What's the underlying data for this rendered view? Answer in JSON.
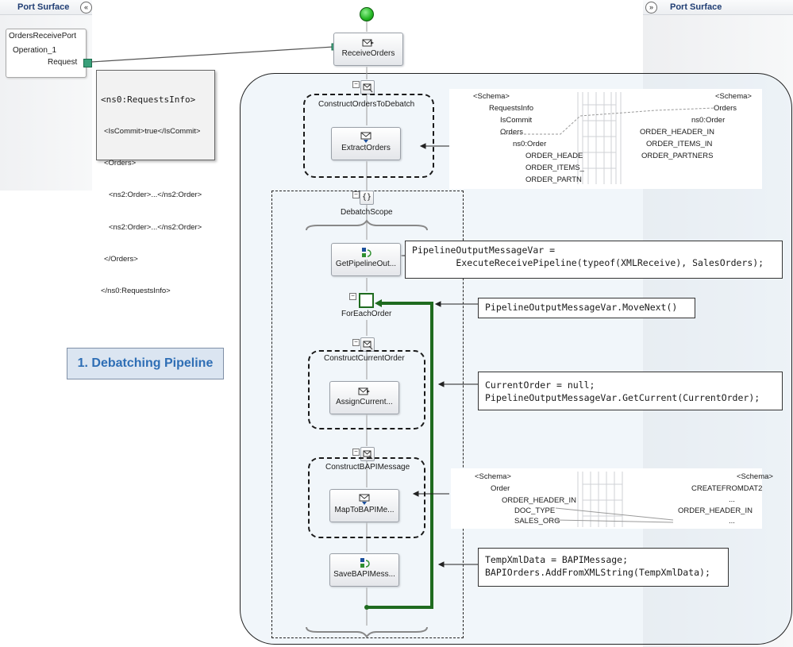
{
  "left_panel": {
    "title": "Port Surface",
    "collapse_glyph": "«",
    "port": {
      "name": "OrdersReceivePort",
      "operation": "Operation_1",
      "request": "Request"
    }
  },
  "right_panel": {
    "title": "Port Surface",
    "collapse_glyph": "»"
  },
  "shapes": {
    "receive": "ReceiveOrders",
    "construct_debatch": "ConstructOrdersToDebatch",
    "extract": "ExtractOrders",
    "debatch_scope": "DebatchScope",
    "get_pipeline": "GetPipelineOut...",
    "for_each": "ForEachOrder",
    "construct_current": "ConstructCurrentOrder",
    "assign_current": "AssignCurrent...",
    "construct_bapi": "ConstructBAPIMessage",
    "map_bapi": "MapToBAPIMe...",
    "save_bapi": "SaveBAPIMess..."
  },
  "xml_sample": {
    "lines": [
      "<ns0:RequestsInfo>",
      "<IsCommit>true</IsCommit>",
      "<Orders>",
      "<ns2:Order>...</ns2:Order>",
      "<ns2:Order>...</ns2:Order>",
      "</Orders>",
      "</ns0:RequestsInfo>"
    ]
  },
  "code": {
    "pipeline": [
      "PipelineOutputMessageVar =",
      "        ExecuteReceivePipeline(typeof(XMLReceive), SalesOrders);"
    ],
    "move_next": "PipelineOutputMessageVar.MoveNext()",
    "current": [
      "CurrentOrder = null;",
      "PipelineOutputMessageVar.GetCurrent(CurrentOrder);"
    ],
    "temp": [
      "TempXmlData = BAPIMessage;",
      "BAPIOrders.AddFromXMLString(TempXmlData);"
    ]
  },
  "title_label": "1. Debatching Pipeline",
  "map1": {
    "left": [
      "<Schema>",
      "RequestsInfo",
      "IsCommit",
      "Orders",
      "ns0:Order",
      "ORDER_HEADE",
      "ORDER_ITEMS_",
      "ORDER_PARTN"
    ],
    "right": [
      "<Schema>",
      "Orders",
      "ns0:Order",
      "ORDER_HEADER_IN",
      "ORDER_ITEMS_IN",
      "ORDER_PARTNERS"
    ]
  },
  "map2": {
    "left": [
      "<Schema>",
      "Order",
      "ORDER_HEADER_IN",
      "DOC_TYPE",
      "SALES_ORG"
    ],
    "right": [
      "<Schema>",
      "CREATEFROMDAT2",
      "...",
      "ORDER_HEADER_IN",
      "..."
    ]
  },
  "colors": {
    "loop": "#1f6b1f",
    "title_bg": "#dbe5f1",
    "title_text": "#2e6eb5",
    "start": "#22b522"
  }
}
